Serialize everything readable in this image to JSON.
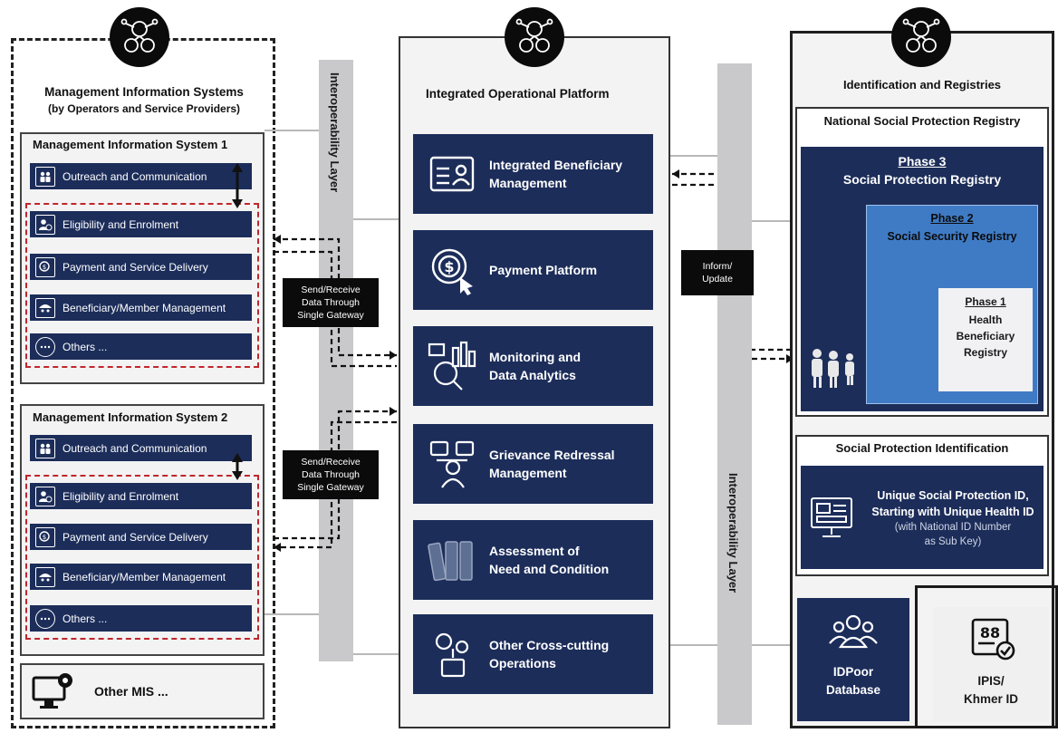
{
  "left": {
    "title": "Management Information Systems",
    "subtitle": "(by Operators and Service Providers)",
    "mis1": {
      "title": "Management Information System 1",
      "rows": [
        "Outreach and Communication",
        "Eligibility and Enrolment",
        "Payment and Service Delivery",
        "Beneficiary/Member Management",
        "Others ..."
      ]
    },
    "mis2": {
      "title": "Management Information System 2",
      "rows": [
        "Outreach and Communication",
        "Eligibility and Enrolment",
        "Payment and Service Delivery",
        "Beneficiary/Member Management",
        "Others ..."
      ]
    },
    "other_mis": "Other MIS ..."
  },
  "interop_left": "Interoperability Layer",
  "interop_right": "Interoperability Layer",
  "gateway1": [
    "Send/Receive",
    "Data Through",
    "Single Gateway"
  ],
  "gateway2": [
    "Send/Receive",
    "Data Through",
    "Single Gateway"
  ],
  "inform": [
    "Inform/",
    "Update"
  ],
  "platform": {
    "title": "Integrated Operational Platform",
    "items": [
      [
        "Integrated Beneficiary",
        "Management"
      ],
      [
        "Payment Platform"
      ],
      [
        "Monitoring and",
        "Data Analytics"
      ],
      [
        "Grievance Redressal",
        "Management"
      ],
      [
        "Assessment of",
        "Need and Condition"
      ],
      [
        "Other Cross-cutting",
        "Operations"
      ]
    ]
  },
  "right": {
    "title": "Identification and Registries",
    "nspr_title": "National Social Protection Registry",
    "phase3": {
      "phase": "Phase 3",
      "name": "Social Protection Registry"
    },
    "phase2": {
      "phase": "Phase 2",
      "name": "Social Security Registry"
    },
    "phase1": {
      "phase": "Phase 1",
      "name": [
        "Health",
        "Beneficiary",
        "Registry"
      ]
    },
    "spi_title": "Social Protection Identification",
    "spi_box": [
      "Unique Social Protection ID,",
      "Starting with Unique Health ID",
      "(with National ID Number",
      "as Sub Key)"
    ],
    "idpoor": [
      "IDPoor",
      "Database"
    ],
    "ipis": [
      "IPIS/",
      "Khmer ID"
    ]
  },
  "colors": {
    "navy": "#1c2d5a",
    "red_dash": "#c0262d",
    "layer_gray": "#c9c9cc",
    "phase2_blue": "#3f7bc5"
  }
}
